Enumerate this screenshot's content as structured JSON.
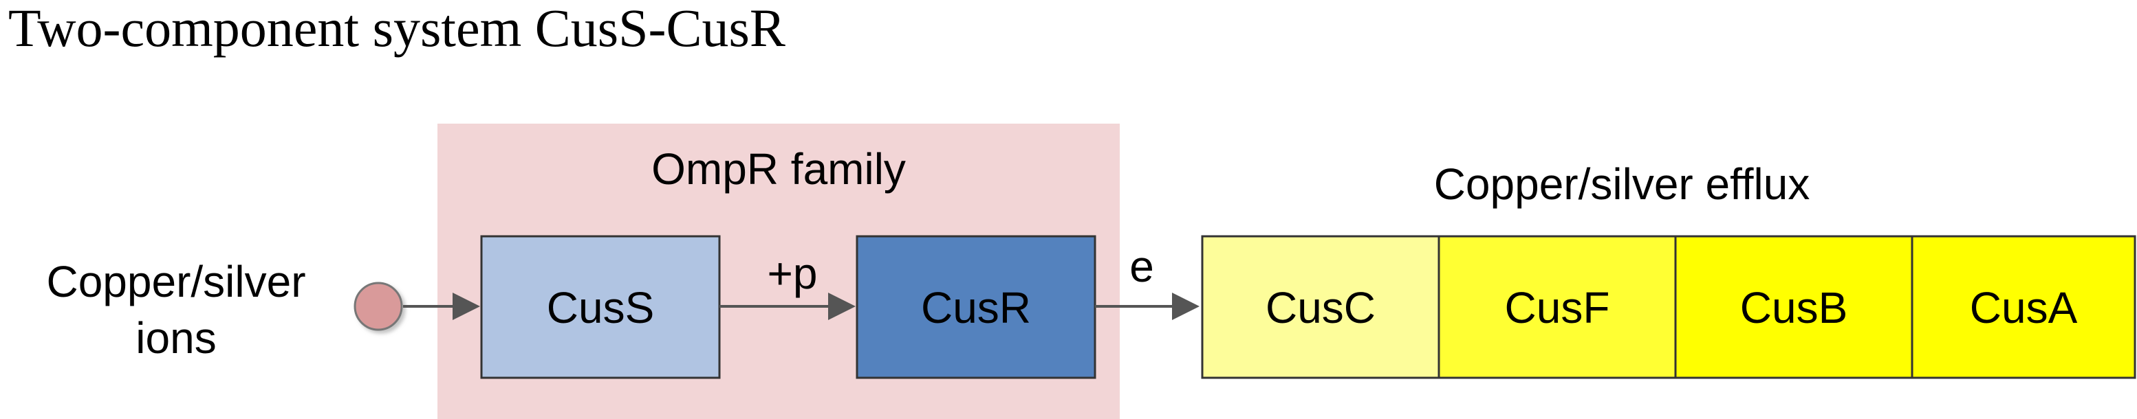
{
  "title": "Two-component system CusS-CusR",
  "input": {
    "line1": "Copper/silver",
    "line2": "ions"
  },
  "group": {
    "label": "OmpR family"
  },
  "nodes": {
    "sensor": "CusS",
    "regulator": "CusR"
  },
  "edges": {
    "phosphorylation": "+p",
    "expression": "e"
  },
  "efflux": {
    "label": "Copper/silver efflux",
    "genes": [
      "CusC",
      "CusF",
      "CusB",
      "CusA"
    ]
  },
  "colors": {
    "group_bg": "#f2d5d6",
    "sensor_fill": "#b0c4e2",
    "regulator_fill": "#5482be",
    "gene_light": "#fdfd9a",
    "gene_bright": "#ffff33",
    "node_circle": "#d99a9a"
  }
}
